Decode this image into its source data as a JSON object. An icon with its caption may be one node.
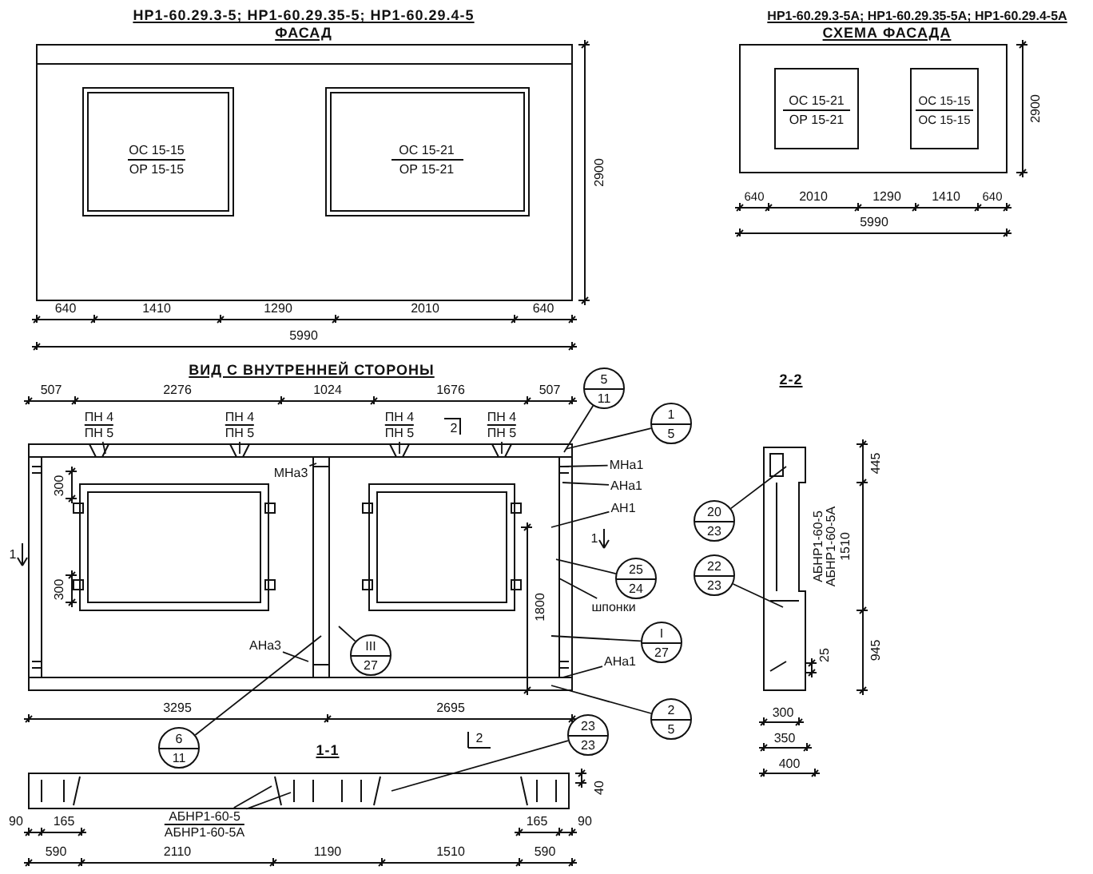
{
  "diagram": {
    "nodes": [
      {
        "text": [
          "ПН 4",
          "ПН 5"
        ]
      },
      {
        "text": [
          "ПН 4",
          "ПН 5"
        ]
      },
      {
        "text": [
          "ПН 4",
          "ПН 5"
        ]
      },
      {
        "text": [
          "ПН 4",
          "ПН 5"
        ]
      },
      {
        "text": [
          "5",
          "11"
        ]
      },
      {
        "text": [
          "1",
          "5"
        ]
      },
      {
        "text": [
          "МНа3"
        ]
      },
      {
        "text": [
          "МНа1"
        ]
      },
      {
        "text": [
          "АНа1"
        ]
      },
      {
        "text": [
          "АН1"
        ]
      },
      {
        "text": [
          "25",
          "24"
        ]
      },
      {
        "text": [
          "шпонки"
        ]
      },
      {
        "text": [
          "I",
          "27"
        ]
      },
      {
        "text": [
          "АНа3"
        ]
      },
      {
        "text": [
          "III",
          "27"
        ]
      },
      {
        "text": [
          "АНа1"
        ]
      },
      {
        "text": [
          "2",
          "5"
        ]
      },
      {
        "text": [
          "6",
          "11"
        ]
      },
      {
        "text": [
          "23",
          "23"
        ]
      },
      {
        "text": [
          "АБНР1-60-5",
          "АБНР1-60-5А"
        ]
      },
      {
        "text": [
          "20",
          "23"
        ]
      },
      {
        "text": [
          "22",
          "23"
        ]
      }
    ],
    "edges": [
      {
        "from": 0,
        "to": null,
        "arrow": "none"
      },
      {
        "from": 1,
        "to": null,
        "arrow": "none"
      },
      {
        "from": 2,
        "to": null,
        "arrow": "none"
      },
      {
        "from": 3,
        "to": null,
        "arrow": "none"
      },
      {
        "from": 4,
        "to": null,
        "arrow": "none"
      },
      {
        "from": 5,
        "to": null,
        "arrow": "none"
      },
      {
        "from": 6,
        "to": null,
        "arrow": "none"
      },
      {
        "from": 7,
        "to": null,
        "arrow": "none"
      },
      {
        "from": 8,
        "to": null,
        "arrow": "none"
      },
      {
        "from": 9,
        "to": null,
        "arrow": "none"
      },
      {
        "from": 10,
        "to": null,
        "arrow": "none"
      },
      {
        "from": 11,
        "to": null,
        "arrow": "none"
      },
      {
        "from": 12,
        "to": null,
        "arrow": "none"
      },
      {
        "from": 13,
        "to": null,
        "arrow": "none"
      },
      {
        "from": 14,
        "to": null,
        "arrow": "none"
      },
      {
        "from": 15,
        "to": null,
        "arrow": "none"
      },
      {
        "from": 16,
        "to": null,
        "arrow": "none"
      },
      {
        "from": 17,
        "to": null,
        "arrow": "none"
      },
      {
        "from": 18,
        "to": null,
        "arrow": "none"
      },
      {
        "from": 19,
        "to": null,
        "arrow": "none"
      },
      {
        "from": 19,
        "to": null,
        "arrow": "none"
      },
      {
        "from": 20,
        "to": null,
        "arrow": "none"
      },
      {
        "from": 21,
        "to": null,
        "arrow": "none"
      }
    ],
    "labels": [
      "НР1-60.29.3-5; НР1-60.29.35-5; НР1-60.29.4-5",
      "ФАСАД",
      "ОС 15-15",
      "ОР 15-15",
      "ОС 15-21",
      "ОР 15-21",
      "2900",
      "640",
      "1410",
      "1290",
      "2010",
      "640",
      "5990",
      "НР1-60.29.3-5А; НР1-60.29.35-5А; НР1-60.29.4-5А",
      "СХЕМА ФАСАДА",
      "ОС 15-21",
      "ОР 15-21",
      "ОС 15-15",
      "ОС 15-15",
      "2900",
      "640",
      "2010",
      "1290",
      "1410",
      "640",
      "5990",
      "ВИД С ВНУТРЕННЕЙ СТОРОНЫ",
      "507",
      "2276",
      "1024",
      "1676",
      "507",
      "2",
      "300",
      "300",
      "1",
      "1800",
      "1",
      "3295",
      "2695",
      "2",
      "2-2",
      "445",
      "АБНР1-60-5",
      "АБНР1-60-5А",
      "1510",
      "945",
      "25",
      "300",
      "350",
      "400",
      "1-1",
      "40",
      "90",
      "165",
      "165",
      "90",
      "590",
      "2110",
      "1190",
      "1510",
      "590"
    ]
  }
}
